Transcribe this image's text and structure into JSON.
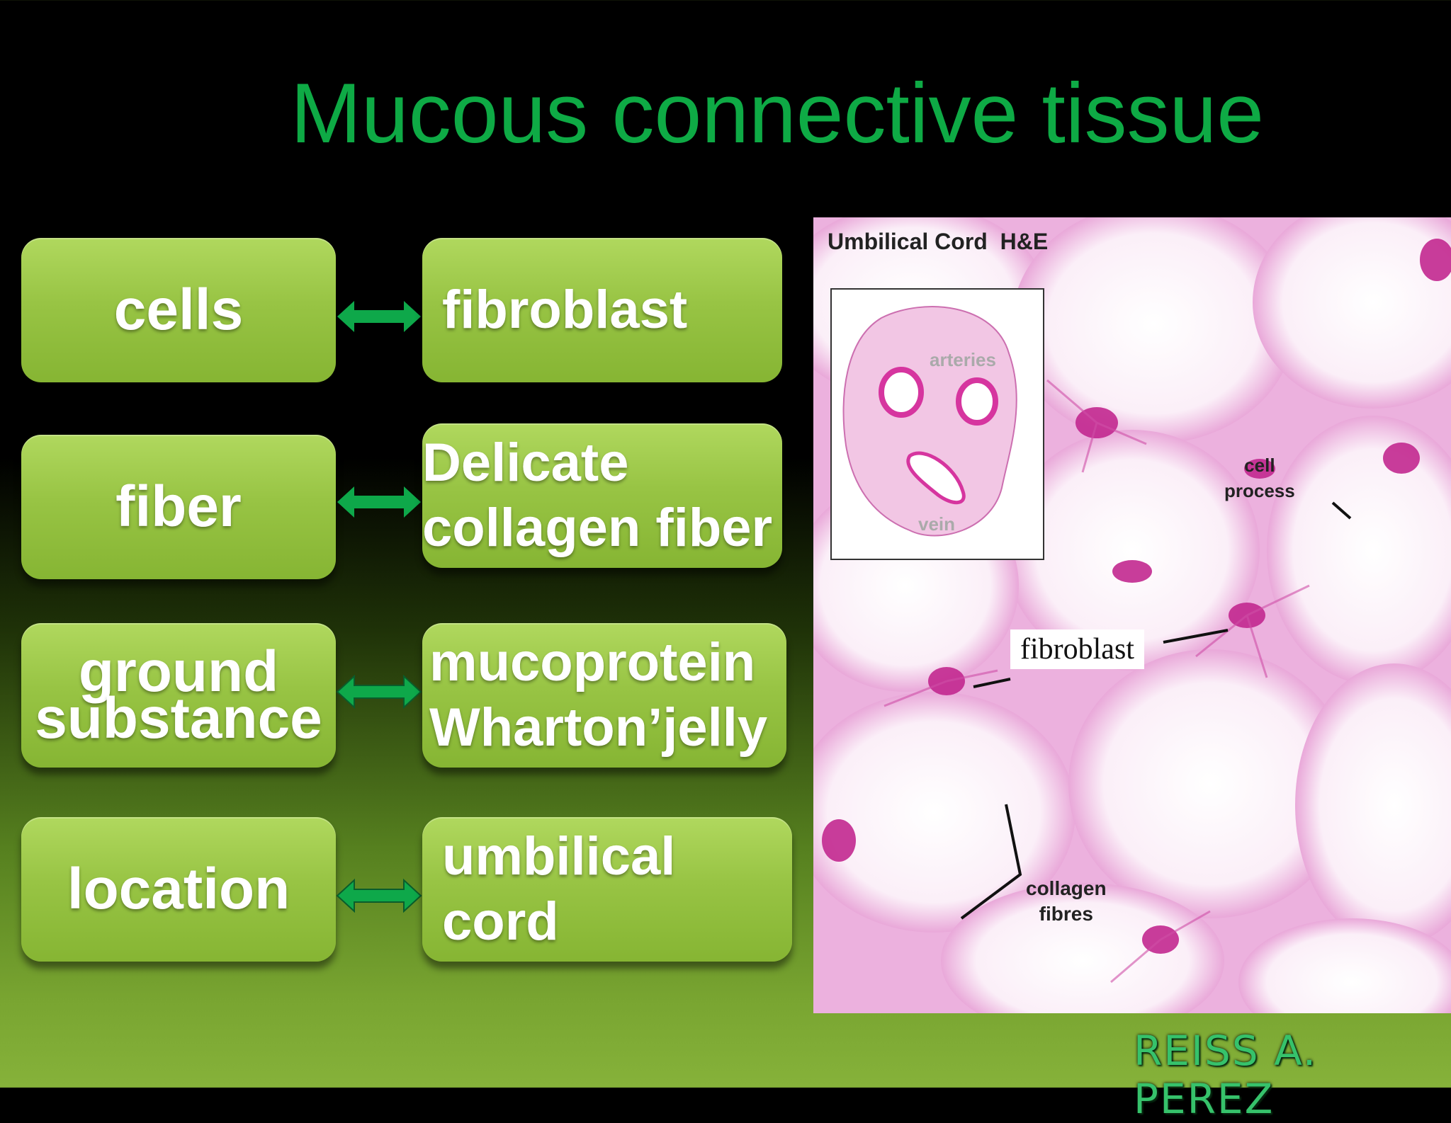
{
  "slide": {
    "title": "Mucous connective tissue",
    "rows": [
      {
        "left": "cells",
        "right": [
          "fibroblast"
        ]
      },
      {
        "left": "fiber",
        "right": [
          "Delicate",
          "collagen fiber"
        ]
      },
      {
        "left": [
          "ground",
          "substance"
        ],
        "right": [
          "mucoprotein",
          "Wharton’jelly"
        ]
      },
      {
        "left": "location",
        "right": [
          "umbilical",
          "cord"
        ]
      }
    ]
  },
  "micrograph": {
    "heading": "Umbilical Cord  H&E",
    "inset_labels": {
      "arteries": "arteries",
      "vein": "vein"
    },
    "labels": {
      "cell_process": [
        "cell",
        "process"
      ],
      "fibroblast": "fibroblast",
      "collagen_fibres": [
        "collagen",
        "fibres"
      ]
    }
  },
  "watermark": "REISS A. PEREZ",
  "colors": {
    "title": "#0eaa45",
    "box": "#98c444",
    "arrow": "#0ea84a",
    "stain": "#d94fb0"
  }
}
